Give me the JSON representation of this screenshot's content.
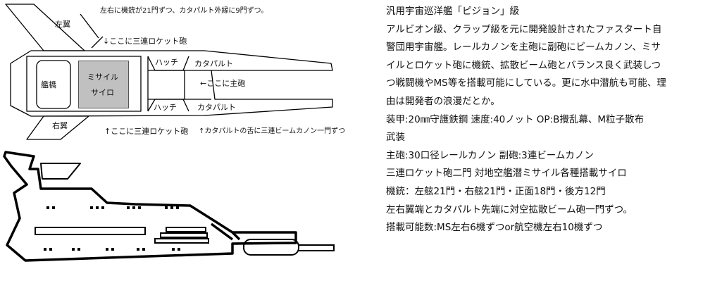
{
  "diagram": {
    "note_top": "左右に機銃が21門ずつ、カタパルト外縁に9門ずつ。",
    "wing_left": "左翼",
    "wing_right": "右翼",
    "bridge": "艦橋",
    "silo_line1": "ミサイル",
    "silo_line2": "サイロ",
    "hatch_top": "ハッチ",
    "hatch_bottom": "ハッチ",
    "catapult_top": "カタパルト",
    "catapult_bottom": "カタパルト",
    "rocket_top": "↓ここに三連ロケット砲",
    "rocket_bottom": "↑ここに三連ロケット砲",
    "main_gun": "←ここに主砲",
    "catapult_note": "↑カタパルトの舌に三連ビームカノン一門ずつ"
  },
  "description": {
    "title": "汎用宇宙巡洋艦「ピジョン」級",
    "lines": [
      "アルビオン級、クラップ級を元に開発設計されたファスタート自",
      "警団用宇宙艦。レールカノンを主砲に副砲にビームカノン、ミサ",
      "イルとロケット砲に機銃、拡散ビーム砲とバランス良く武装しつ",
      "つ戦闘機やMS等を搭載可能にしている。更に水中潜航も可能、理",
      "由は開発者の浪漫だとか。",
      "装甲:20㎜守護鉄鋼 速度:40ノット OP:B攪乱幕、M粒子散布",
      "武装",
      "主砲:30口径レールカノン 副砲:3連ビームカノン",
      "三連ロケット砲二門 対地空艦潜ミサイル各種搭載サイロ",
      "機銃：左舷21門・右舷21門・正面18門・後方12門",
      "左右翼端とカタパルト先端に対空拡散ビーム砲一門ずつ。",
      "搭載可能数:MS左右6機ずつor航空機左右10機ずつ"
    ]
  }
}
